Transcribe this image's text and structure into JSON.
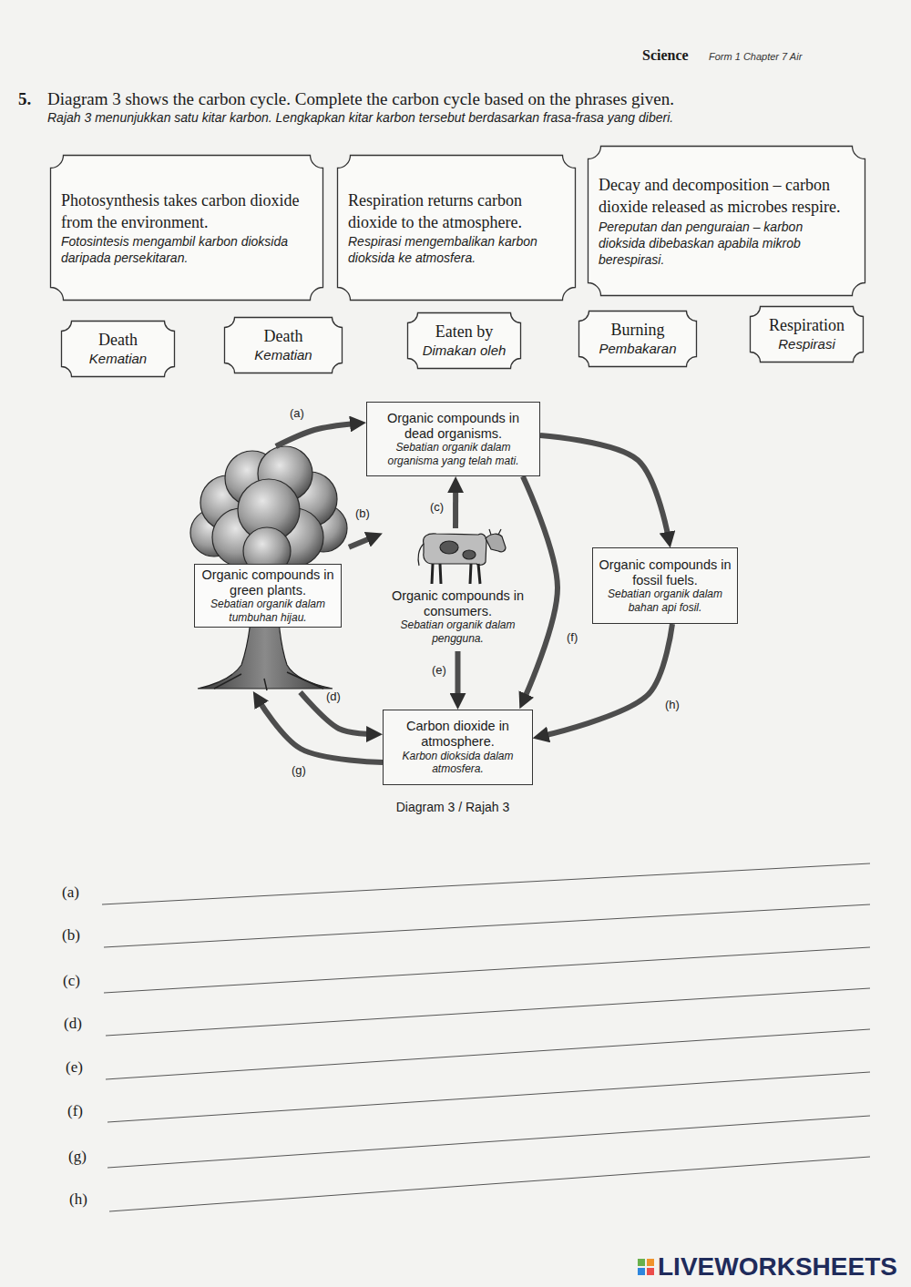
{
  "diagram": {
    "title": "Diagram 3 shows the carbon cycle. Complete the carbon cycle based on the phrases given.",
    "caption": "Diagram 3 / Rajah 3",
    "nodes": [
      {
        "text": [
          "Photosynthesis takes carbon dioxide from the environment.",
          "Fotosintesis mengambil karbon dioksida daripada persekitaran."
        ]
      },
      {
        "text": [
          "Respiration returns carbon dioxide to the atmosphere.",
          "Respirasi mengembalikan karbon dioksida ke atmosfera."
        ]
      },
      {
        "text": [
          "Decay and decomposition – carbon dioxide released as microbes respire.",
          "Pereputan dan penguraian – karbon dioksida dibebaskan apabila mikrob berespirasi."
        ]
      },
      {
        "text": [
          "Death",
          "Kematian"
        ]
      },
      {
        "text": [
          "Death",
          "Kematian"
        ]
      },
      {
        "text": [
          "Eaten by",
          "Dimakan oleh"
        ]
      },
      {
        "text": [
          "Burning",
          "Pembakaran"
        ]
      },
      {
        "text": [
          "Respiration",
          "Respirasi"
        ]
      },
      {
        "text": [
          "Organic compounds in dead organisms.",
          "Sebatian organik dalam organisma yang telah mati."
        ]
      },
      {
        "text": [
          "Organic compounds in green plants.",
          "Sebatian organik dalam tumbuhan hijau."
        ]
      },
      {
        "text": [
          "Organic compounds in consumers.",
          "Sebatian organik dalam pengguna."
        ]
      },
      {
        "text": [
          "Organic compounds in fossil fuels.",
          "Sebatian organik dalam bahan api fosil."
        ]
      },
      {
        "text": [
          "Carbon dioxide in atmosphere.",
          "Karbon dioksida dalam atmosfera."
        ]
      }
    ],
    "edges": [
      {
        "from": 9,
        "to": 8,
        "arrow": "to",
        "label": "(a)"
      },
      {
        "from": 9,
        "to": 10,
        "arrow": "to",
        "label": "(b)"
      },
      {
        "from": 10,
        "to": 8,
        "arrow": "to",
        "label": "(c)"
      },
      {
        "from": 9,
        "to": 12,
        "arrow": "to",
        "label": "(d)"
      },
      {
        "from": 10,
        "to": 12,
        "arrow": "to",
        "label": "(e)"
      },
      {
        "from": 8,
        "to": 12,
        "arrow": "to",
        "label": "(f)"
      },
      {
        "from": 12,
        "to": 9,
        "arrow": "to",
        "label": "(g)"
      },
      {
        "from": 11,
        "to": 12,
        "arrow": "to",
        "label": "(h)"
      },
      {
        "from": 8,
        "to": 11,
        "arrow": "to"
      }
    ],
    "labels": [
      "Science",
      "Form 1 Chapter 7 Air",
      "5.",
      "Rajah 3 menunjukkan satu kitar karbon. Lengkapkan kitar karbon tersebut berdasarkan frasa-frasa yang diberi.",
      "(a)",
      "(b)",
      "(c)",
      "(d)",
      "(e)",
      "(f)",
      "(g)",
      "(h)",
      "LIVEWORKSHEETS"
    ]
  }
}
